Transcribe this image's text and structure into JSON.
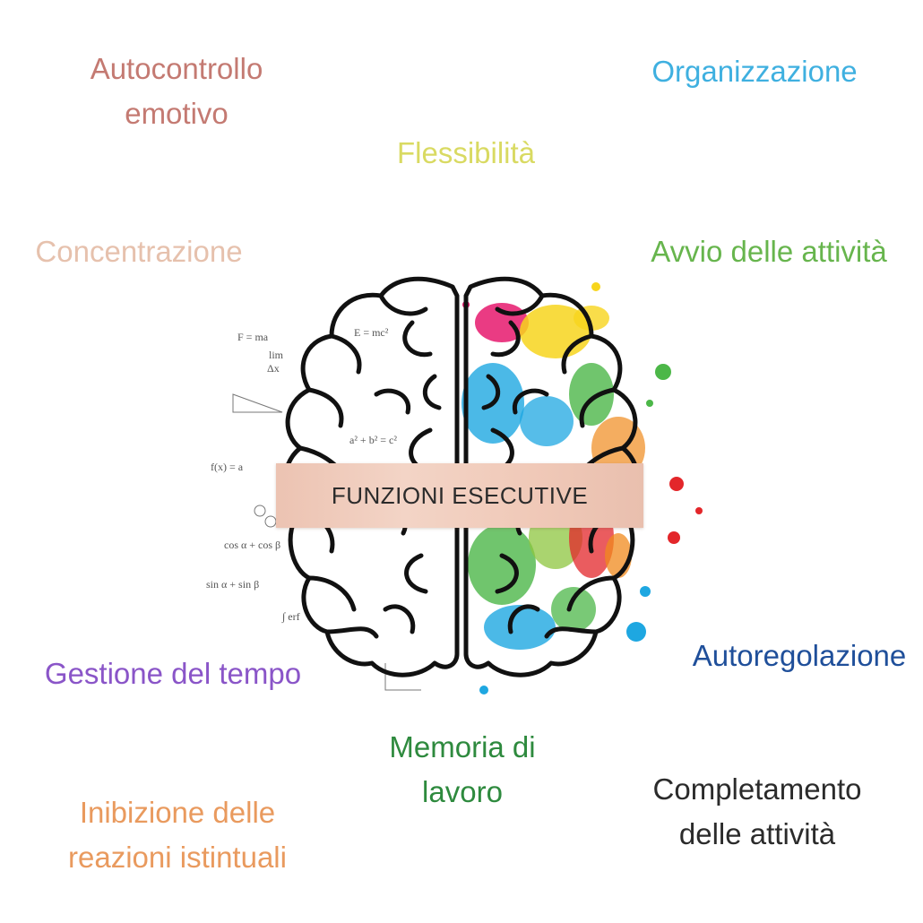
{
  "title": "FUNZIONI ESECUTIVE",
  "functions": {
    "autocontrollo": {
      "lines": [
        "Autocontrollo",
        "emotivo"
      ],
      "color": "#c47a72"
    },
    "organizzazione": {
      "text": "Organizzazione",
      "color": "#3fb0e0"
    },
    "flessibilita": {
      "text": "Flessibilità",
      "color": "#d9da62"
    },
    "concentrazione": {
      "text": "Concentrazione",
      "color": "#e6c1ad"
    },
    "avvio": {
      "text": "Avvio delle attività",
      "color": "#67b54d"
    },
    "gestione_tempo": {
      "text": "Gestione del tempo",
      "color": "#8a55c8"
    },
    "autoregolazione": {
      "text": "Autoregolazione",
      "color": "#1f4f9a"
    },
    "memoria": {
      "lines": [
        "Memoria di",
        "lavoro"
      ],
      "color": "#2e8a3e"
    },
    "inibizione": {
      "lines": [
        "Inibizione delle",
        "reazioni istintuali"
      ],
      "color": "#e99a5e"
    },
    "completamento": {
      "lines": [
        "Completamento",
        "delle attività"
      ],
      "color": "#2b2b2b"
    }
  },
  "brain": {
    "left_formulas": [
      "F = ma",
      "E = mc²",
      "a² + b² = c²",
      "f(x) = a",
      "cos α + cos β",
      "sin α + sin β",
      "lim",
      "Δx",
      "∫ erf"
    ],
    "paint_colors": [
      "#e6196d",
      "#f7d51d",
      "#1ea7e1",
      "#4cb748",
      "#f08a1c",
      "#e3262a",
      "#8dc63f"
    ]
  }
}
